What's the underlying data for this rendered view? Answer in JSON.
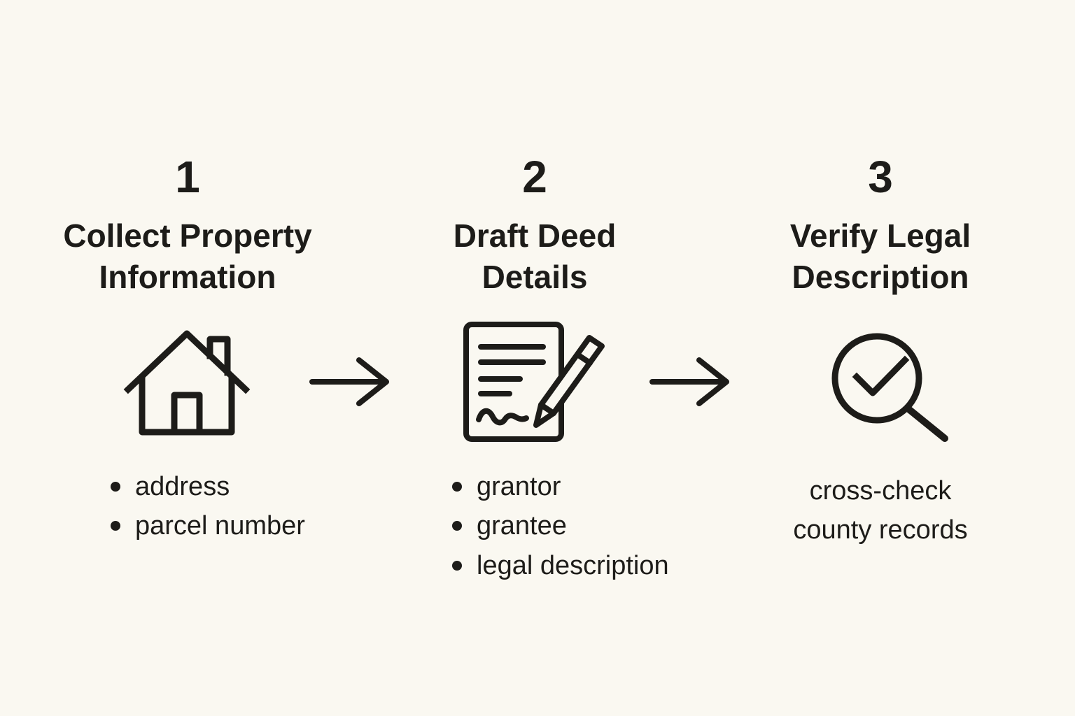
{
  "meta": {
    "title": "Deed preparation three-step process infographic",
    "background_color": "#FAF8F1",
    "ink_color": "#1D1C19"
  },
  "steps": [
    {
      "number": "1",
      "title_lines": [
        "Collect Property",
        "Information"
      ],
      "icon": "house-icon",
      "items": [
        "address",
        "parcel number"
      ]
    },
    {
      "number": "2",
      "title_lines": [
        "Draft Deed",
        "Details"
      ],
      "icon": "deed-document-pencil-icon",
      "items": [
        "grantor",
        "grantee",
        "legal description"
      ]
    },
    {
      "number": "3",
      "title_lines": [
        "Verify Legal",
        "Description"
      ],
      "icon": "magnifier-check-icon",
      "note_lines": [
        "cross-check",
        "county records"
      ]
    }
  ],
  "arrows": [
    {
      "icon": "right-arrow-icon"
    },
    {
      "icon": "right-arrow-icon"
    }
  ]
}
